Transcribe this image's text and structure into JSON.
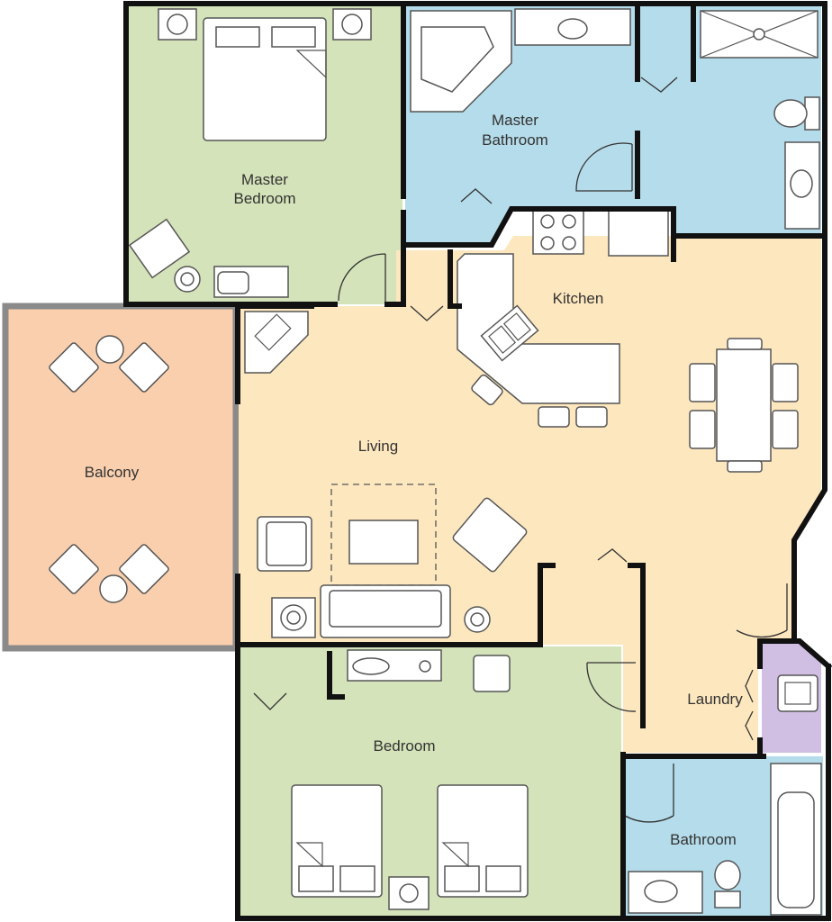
{
  "plan": {
    "colors": {
      "bedroom_green": "#d4e3b9",
      "bath_blue": "#b5dcea",
      "living_peach": "#fde7be",
      "balcony_orange": "#f9cfae",
      "balcony_border": "#8a8a8a",
      "laundry_purple": "#d0bfe3",
      "wall": "#111111",
      "furniture": "#ffffff"
    },
    "rooms": {
      "master_bedroom": {
        "label_line1": "Master",
        "label_line2": "Bedroom"
      },
      "master_bathroom": {
        "label_line1": "Master",
        "label_line2": "Bathroom"
      },
      "kitchen": {
        "label": "Kitchen"
      },
      "living": {
        "label": "Living"
      },
      "balcony": {
        "label": "Balcony"
      },
      "bedroom": {
        "label": "Bedroom"
      },
      "laundry": {
        "label": "Laundry"
      },
      "bathroom": {
        "label": "Bathroom"
      }
    },
    "icons": [
      "bed-icon",
      "lamp-icon",
      "armchair-icon",
      "bathtub-icon",
      "toilet-icon",
      "sink-icon",
      "shower-icon",
      "stove-icon",
      "dining-table-icon",
      "sofa-icon",
      "washer-icon",
      "door-icon"
    ]
  }
}
